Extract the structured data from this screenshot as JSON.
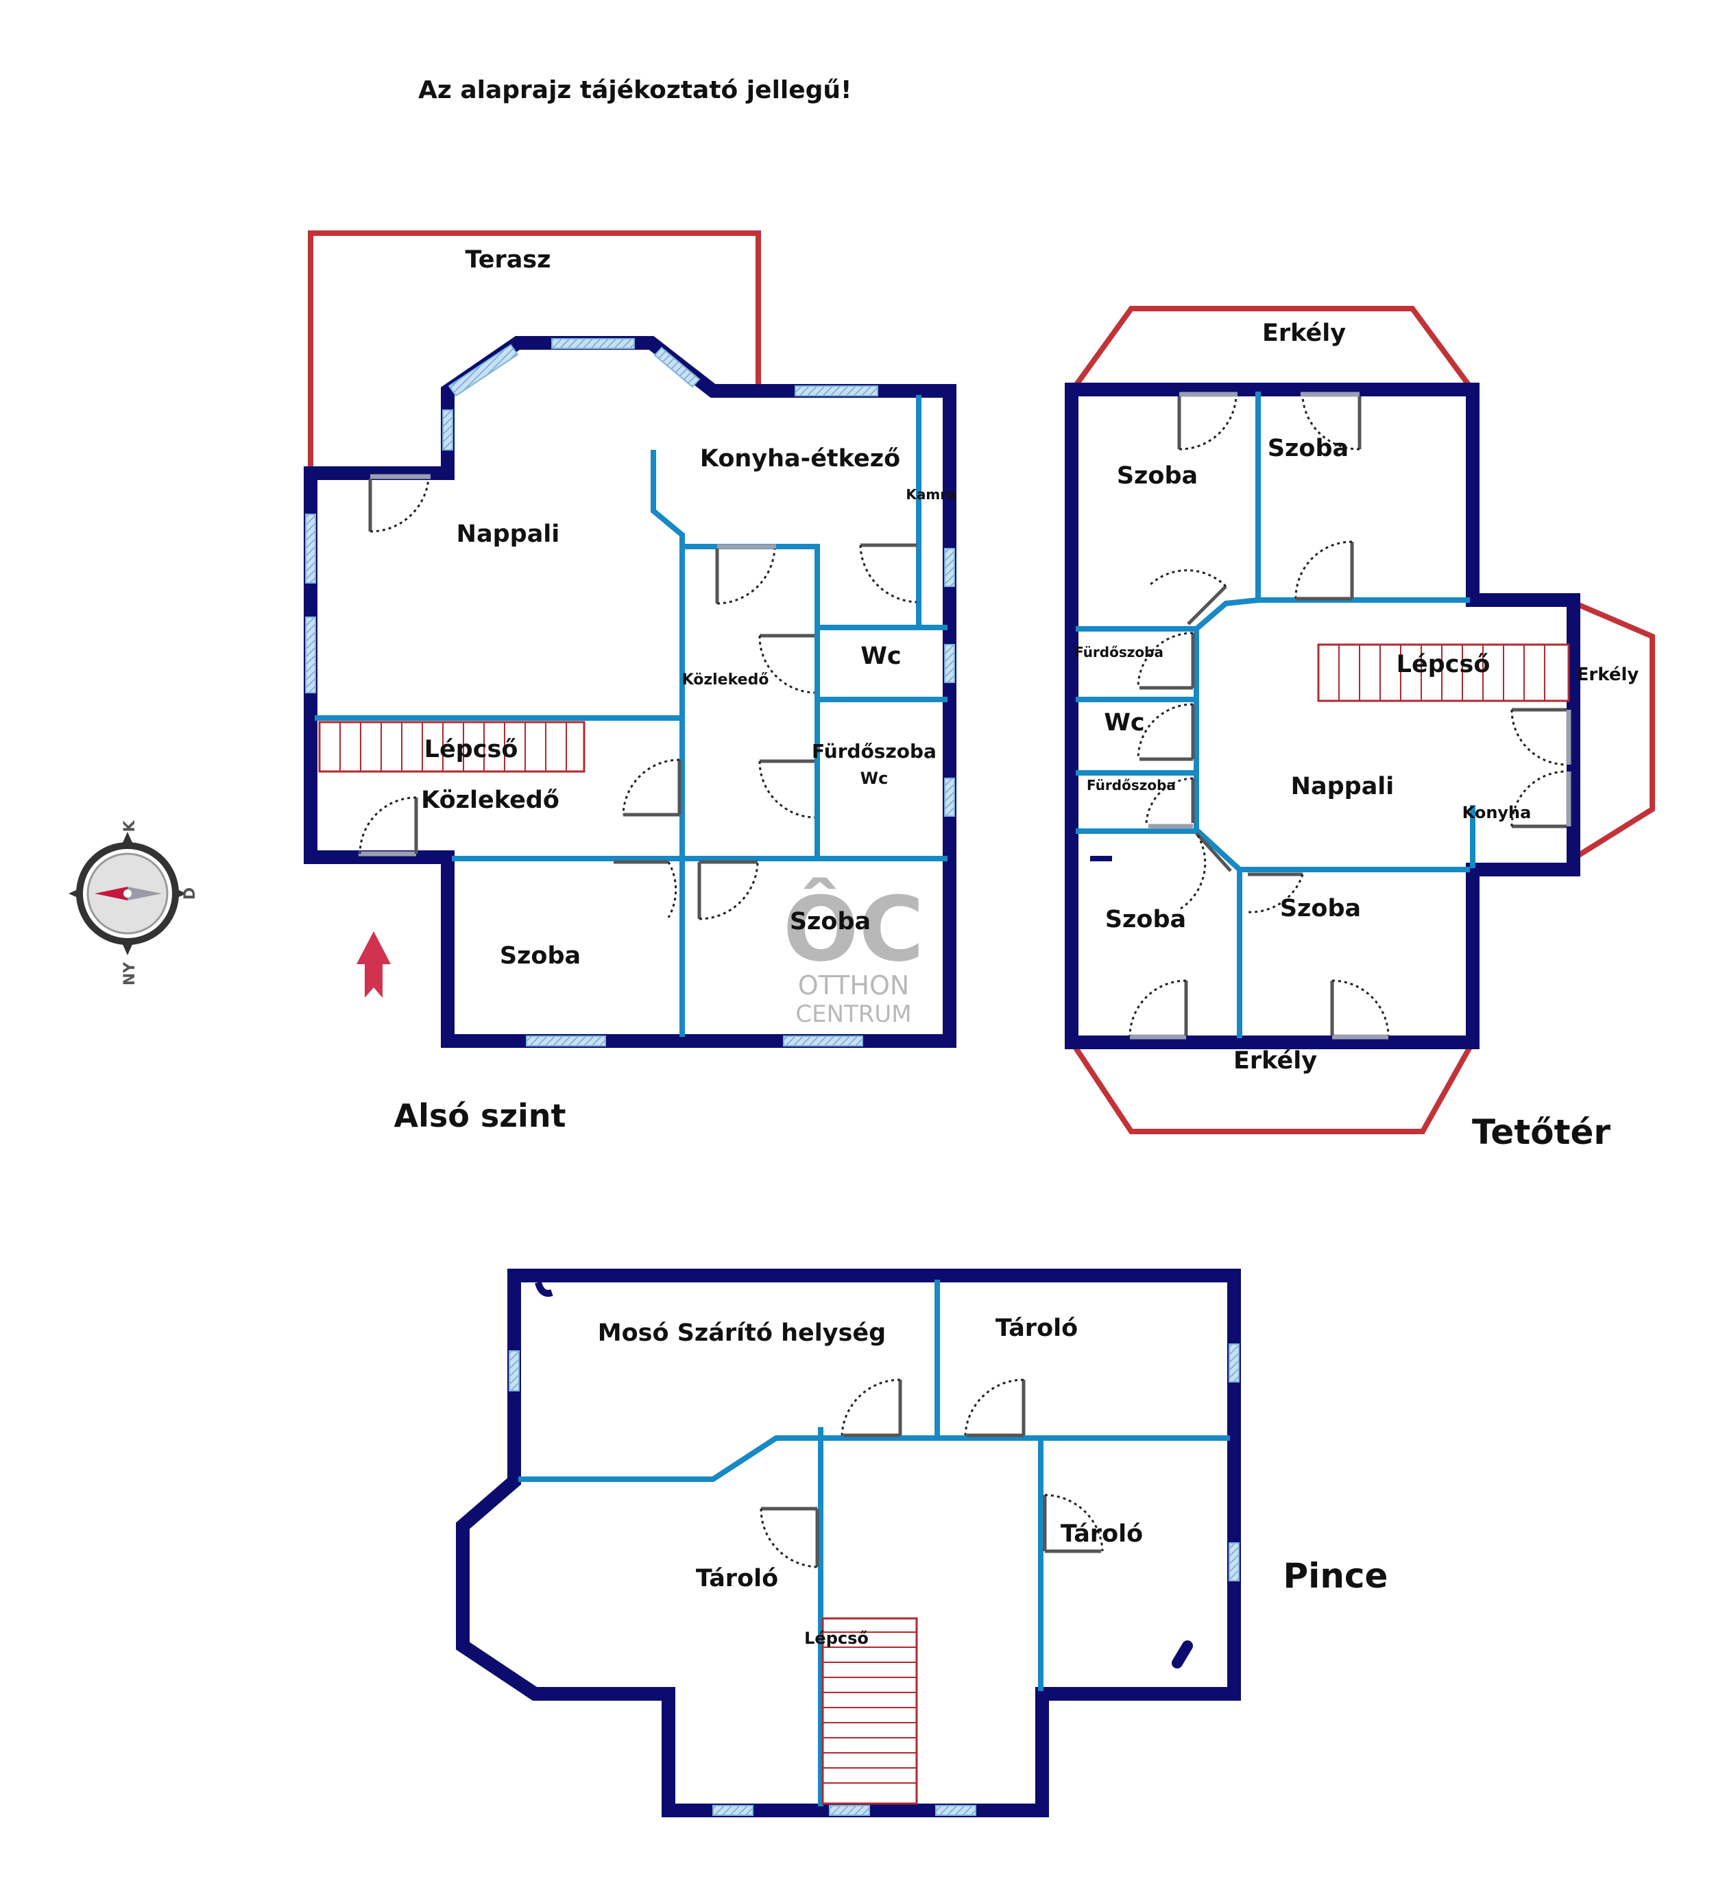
{
  "notice": "Az alaprajz tájékoztató jellegű!",
  "compass": {
    "north": "K",
    "east": "D",
    "south": "NY"
  },
  "watermark": {
    "logo": "ÔC",
    "line1": "OTTHON",
    "line2": "CENTRUM",
    "color": "#b8b8b8"
  },
  "colors": {
    "walls": "#0c0c6e",
    "inner_walls": "#1789c4",
    "terrace": "#c23338",
    "stairs": "#b02a30",
    "arrow": "#d0324f"
  },
  "lower_floor": {
    "title": "Alsó szint",
    "rooms": {
      "terasz": "Terasz",
      "nappali": "Nappali",
      "konyha": "Konyha-étkező",
      "kamra": "Kamra",
      "kozlekedo_inner": "Közlekedő",
      "wc": "Wc",
      "furdoszoba": "Fürdőszoba",
      "furdoszoba_wc": "Wc",
      "lepcso": "Lépcső",
      "kozlekedo": "Közlekedő",
      "szoba_left": "Szoba",
      "szoba_right": "Szoba"
    }
  },
  "attic": {
    "title": "Tetőtér",
    "rooms": {
      "erkely_top": "Erkély",
      "szoba_tl": "Szoba",
      "szoba_tr": "Szoba",
      "furdoszoba_1": "Fürdőszoba",
      "wc": "Wc",
      "furdoszoba_2": "Fürdőszoba",
      "lepcso": "Lépcső",
      "erkely_right": "Erkély",
      "nappali": "Nappali",
      "konyha": "Konyha",
      "szoba_bl": "Szoba",
      "szoba_br": "Szoba",
      "erkely_bottom": "Erkély"
    }
  },
  "basement": {
    "title": "Pince",
    "rooms": {
      "moso": "Mosó Szárító helység",
      "tarolo_top": "Tároló",
      "tarolo_left": "Tároló",
      "tarolo_right": "Tároló",
      "lepcso": "Lépcső"
    }
  }
}
